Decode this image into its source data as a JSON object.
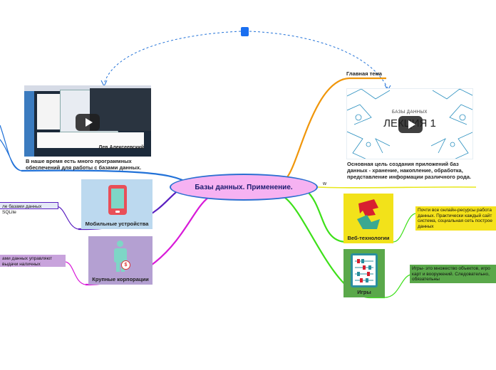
{
  "central_topic": "Базы данных. Применение.",
  "left": {
    "video_caption": "В наше время есть много программных обеспечений для работы с базами данных.",
    "video_author": "Лев Алексеевский",
    "mobile_label": "Мобильные устройства",
    "mobile_note": "ле базами данных SQLite",
    "corp_label": "Крупные корпорации",
    "corp_note": "ами данных управляют выдачи наличных",
    "corp_icon_symbol": "$"
  },
  "right": {
    "main_topic": "Главная тема",
    "lecture_small": "БАЗЫ ДАННЫХ",
    "lecture_title": "ЛЕКЦИЯ 1",
    "lecture_caption": "Основная цель создания приложений баз данных - хранение, накопление, обработка, представление информации различного рода.",
    "stray_text": "w",
    "web_label": "Веб-технологии",
    "web_note": "Почти все онлайн-ресурсы работа данных. Практически каждый сайт система, социальная сеть построе данных",
    "games_label": "Игры",
    "games_note": "Игры- это множество объектов, игро карт и вооружений. Следовательно, обязательны"
  },
  "colors": {
    "central_fill": "#f6b2f2",
    "central_border": "#2c6fd1",
    "mobile_tile": "#bcd9ef",
    "corp_tile": "#b4a0d2",
    "web_tile": "#f2e21a",
    "games_tile": "#5aa84a",
    "link_blue": "#2272d8",
    "link_purple": "#5a1fc0",
    "link_magenta": "#d81ad8",
    "link_orange": "#f0960a",
    "link_yellow": "#e8e81a",
    "link_green": "#3ee01a"
  }
}
